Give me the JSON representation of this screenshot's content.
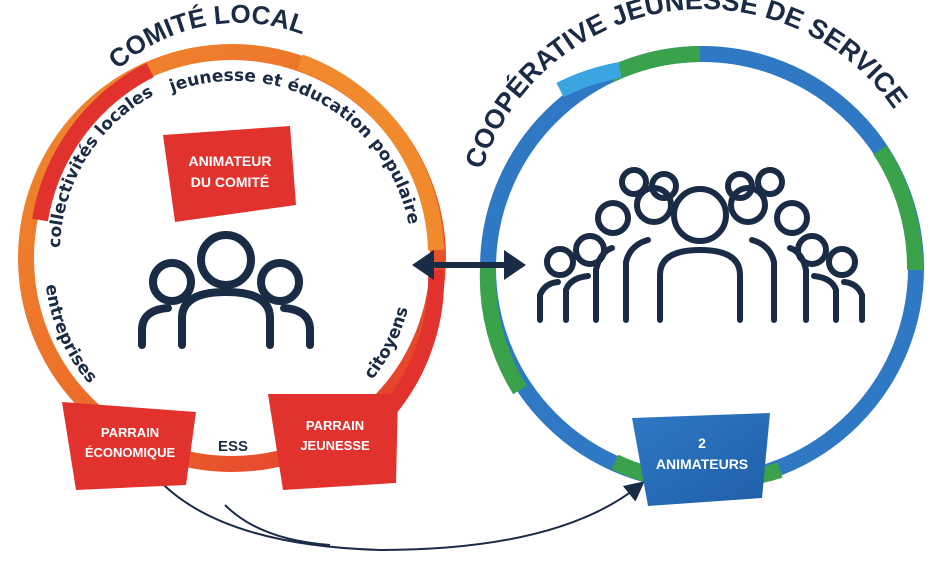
{
  "left": {
    "title": "COMITÉ LOCAL",
    "labels": {
      "collectivites": "collectivités locales",
      "jeunesse": "jeunesse et éducation populaire",
      "entreprises": "entreprises",
      "citoyens": "citoyens"
    },
    "animateur": {
      "line1": "ANIMATEUR",
      "line2": "DU COMITÉ"
    },
    "parrain_eco": {
      "line1": "PARRAIN",
      "line2": "ÉCONOMIQUE"
    },
    "ess": "ESS",
    "parrain_jeune": {
      "line1": "PARRAIN",
      "line2": "JEUNESSE"
    }
  },
  "right": {
    "title": "COOPÉRATIVE JEUNESSE DE SERVICE",
    "animateurs": {
      "line1": "2",
      "line2": "ANIMATEURS"
    }
  },
  "colors": {
    "red": "#e2322d",
    "orange": "#f08a2c",
    "blue": "#2f78c4",
    "lightblue": "#3aa5e0",
    "green": "#3aa24a",
    "navy": "#1a2b45"
  }
}
